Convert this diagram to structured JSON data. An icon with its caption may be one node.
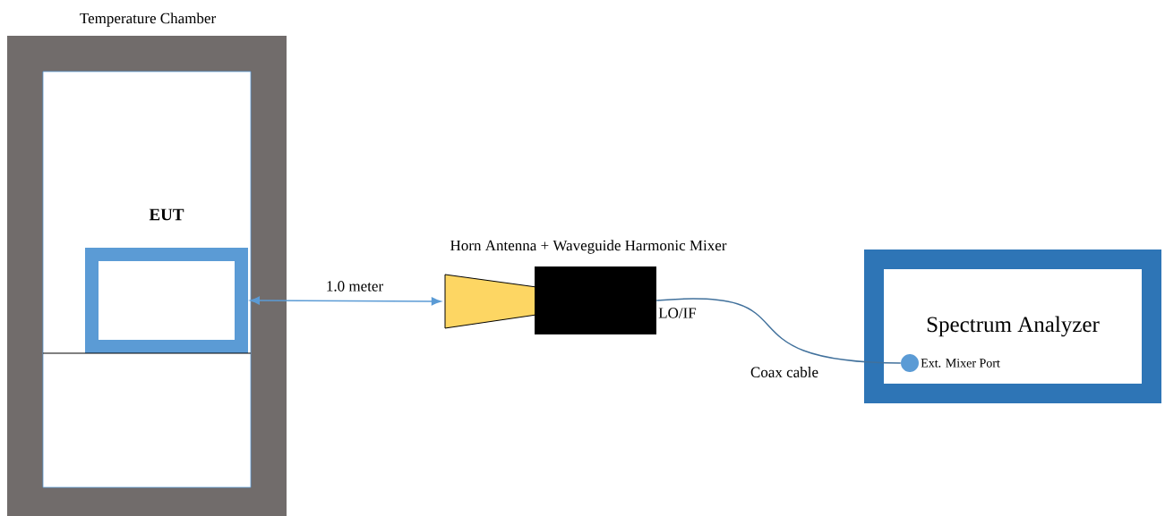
{
  "diagram": {
    "nodes": [
      {
        "text": [
          "Temperature Chamber"
        ]
      },
      {
        "text": [
          "EUT"
        ],
        "in": 0
      },
      {
        "text": [],
        "shape": "trapezoid"
      },
      {
        "text": [],
        "shape": "box",
        "beside": [
          "LO/IF"
        ]
      },
      {
        "text": [
          "Spectrum Analyzer"
        ]
      },
      {
        "text": [],
        "shape": "circle",
        "in": 4,
        "beside": [
          "Ext. Mixer Port"
        ]
      }
    ],
    "edges": [
      {
        "from": 1,
        "to": 2,
        "arrow": "both",
        "label": "1.0 meter"
      },
      {
        "from": 3,
        "to": 5,
        "arrow": "none",
        "label": "Coax cable"
      }
    ],
    "labels": [
      "Horn Antenna + Waveguide Harmonic Mixer"
    ]
  }
}
